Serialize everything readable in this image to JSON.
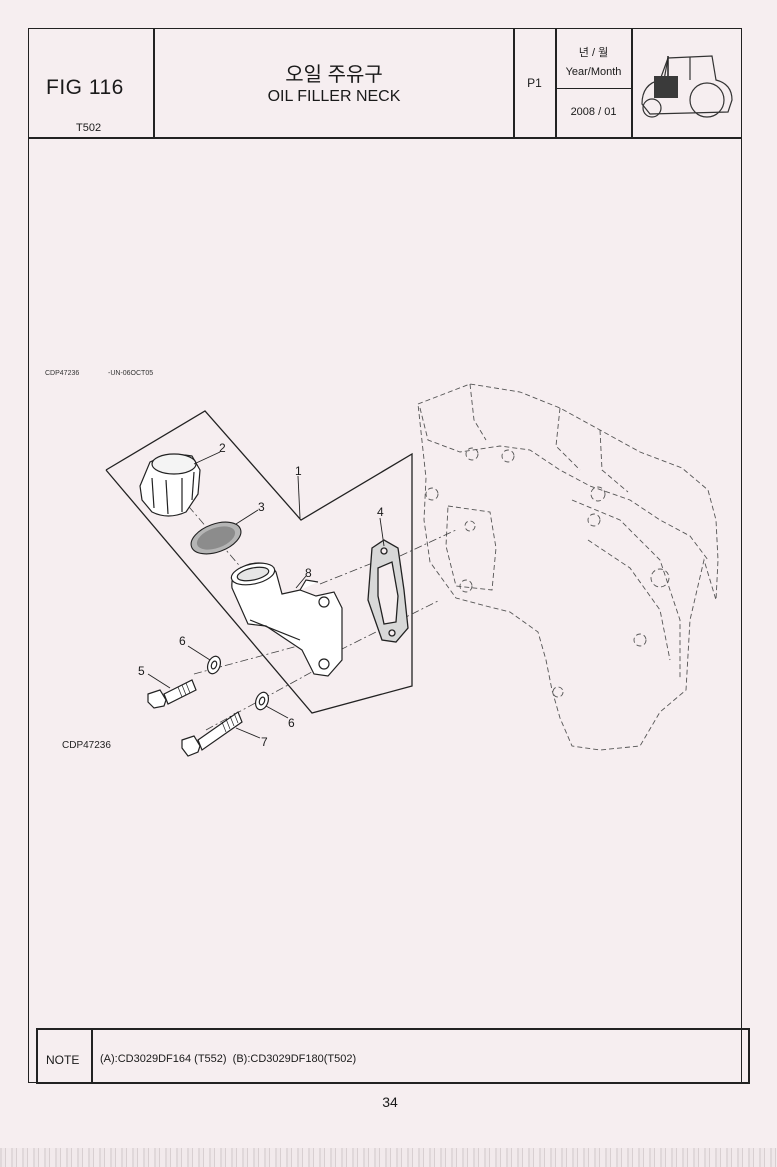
{
  "header": {
    "fig_label": "FIG 116",
    "model": "T502",
    "title_ko": "오일 주유구",
    "title_en": "OIL FILLER NECK",
    "page_code": "P1",
    "date_label_ko": "년 / 월",
    "date_label_en": "Year/Month",
    "date_value": "2008 / 01",
    "tractor_icon": "tractor-icon"
  },
  "diagram": {
    "ref_top": "CDP47236",
    "ref_top_date": "-UN-06OCT05",
    "ref_bottom": "CDP47236",
    "callouts": [
      "1",
      "2",
      "3",
      "4",
      "5",
      "6",
      "6",
      "7",
      "8"
    ]
  },
  "footer": {
    "note_label": "NOTE",
    "note_text": "(A):CD3029DF164 (T552)  (B):CD3029DF180(T502)",
    "page_number": "34"
  }
}
